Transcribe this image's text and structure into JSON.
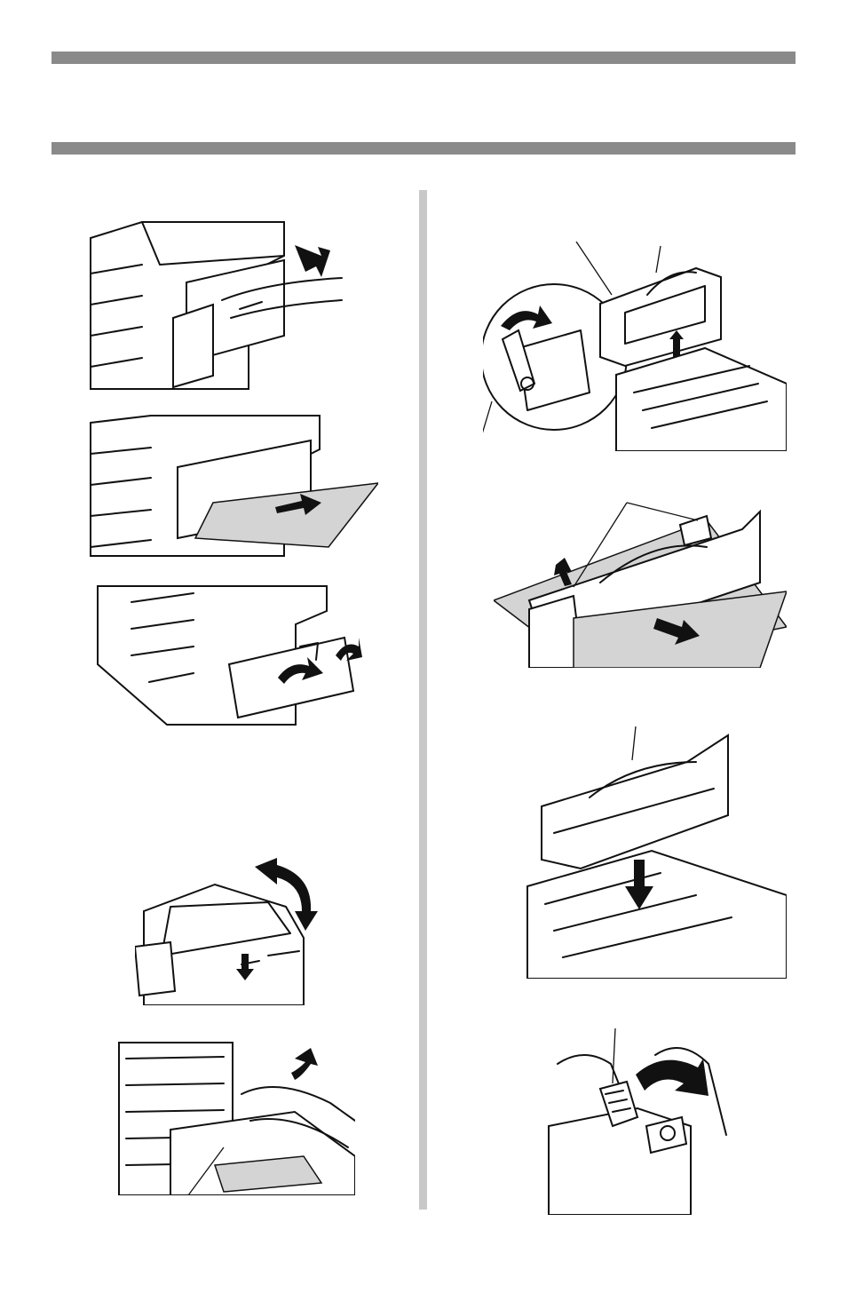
{
  "page": {
    "background": "#ffffff",
    "rule_color": "#8a8a8a",
    "divider_color": "#c8c8c8"
  },
  "figures": [
    {
      "id": "duplex-unit-pull-down",
      "icon": "printer-rear-duplex-open-icon"
    },
    {
      "id": "duplex-paper-remove",
      "icon": "paper-remove-icon"
    },
    {
      "id": "duplex-unit-close",
      "icon": "printer-rear-duplex-close-icon"
    },
    {
      "id": "top-cover-open",
      "icon": "printer-top-cover-open-icon"
    },
    {
      "id": "paper-jam-remove-inside",
      "icon": "hands-remove-jam-icon"
    },
    {
      "id": "fuser-lever-lift",
      "icon": "fuser-lever-icon"
    },
    {
      "id": "fuser-paper-remove",
      "icon": "fuser-paper-pull-icon"
    },
    {
      "id": "fuser-reinstall",
      "icon": "fuser-insert-icon"
    },
    {
      "id": "fuser-lever-lock",
      "icon": "fuser-lock-lever-icon"
    }
  ]
}
